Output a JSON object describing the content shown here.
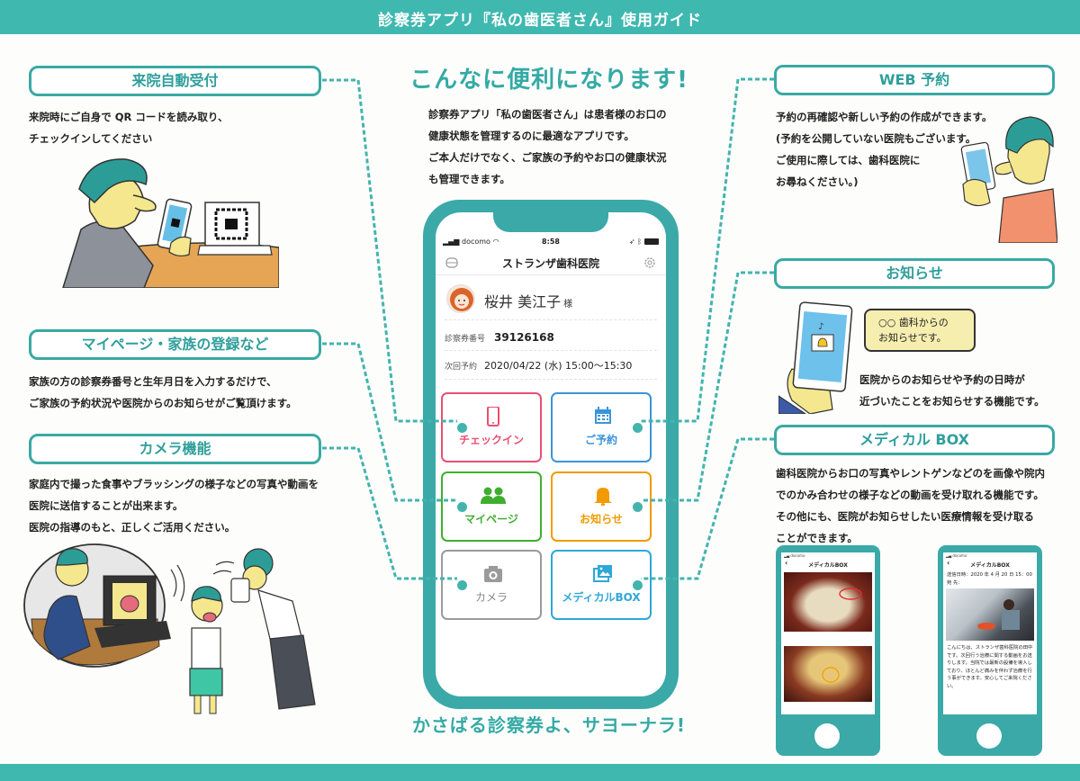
{
  "header": {
    "title": "診察券アプリ『私の歯医者さん』使用ガイド"
  },
  "center": {
    "headline": "こんなに便利になります!",
    "intro": [
      "診察券アプリ「私の歯医者さん」は患者様のお口の",
      "健康状態を管理するのに最適なアプリです。",
      "ご本人だけでなく、ご家族の予約やお口の健康状況",
      "も管理できます。"
    ],
    "tagline": "かさばる診察券よ、サヨーナラ!"
  },
  "features_left": [
    {
      "title": "来院自動受付",
      "lines": [
        "来院時にご自身で QR コードを読み取り、",
        "チェックインしてください"
      ]
    },
    {
      "title": "マイページ・家族の登録など",
      "lines": [
        "家族の方の診察券番号と生年月日を入力するだけで、",
        "ご家族の予約状況や医院からのお知らせがご覧頂けます。"
      ]
    },
    {
      "title": "カメラ機能",
      "lines": [
        "家庭内で撮った食事やブラッシングの様子などの写真や動画を",
        "医院に送信することが出来ます。",
        "医院の指導のもと、正しくご活用ください。"
      ]
    }
  ],
  "features_right": [
    {
      "title": "WEB 予約",
      "lines": [
        "予約の再確認や新しい予約の作成ができます。",
        "(予約を公開していない医院もございます。",
        "ご使用に際しては、歯科医院に",
        "お尋ねください。)"
      ]
    },
    {
      "title": "お知らせ",
      "bubble": [
        "○○ 歯科からの",
        "お知らせです。"
      ],
      "lines": [
        "医院からのお知らせや予約の日時が",
        "近づいたことをお知らせする機能です。"
      ]
    },
    {
      "title": "メディカル BOX",
      "lines": [
        "歯科医院からお口の写真やレントゲンなどのを画像や院内",
        "でのかみ合わせの様子などの動画を受け取れる機能です。",
        "その他にも、医院がお知らせしたい医療情報を受け取る",
        "ことができます。"
      ]
    }
  ],
  "app": {
    "status": {
      "carrier": "docomo",
      "time": "8:58"
    },
    "clinic_name": "ストランザ歯科医院",
    "user": {
      "name": "桜井 美江子",
      "honorific": "様"
    },
    "card_label": "診察券番号",
    "card_number": "39126168",
    "next_label": "次回予約",
    "next_value": "2020/04/22 (水) 15:00〜15:30",
    "tiles": [
      {
        "label": "チェックイン",
        "icon": "smartphone-icon",
        "color": "#ea4f72"
      },
      {
        "label": "ご予約",
        "icon": "calendar-icon",
        "color": "#3b94d9"
      },
      {
        "label": "マイページ",
        "icon": "users-icon",
        "color": "#3fae2f"
      },
      {
        "label": "お知らせ",
        "icon": "bell-icon",
        "color": "#f29a00"
      },
      {
        "label": "カメラ",
        "icon": "camera-icon",
        "color": "#9a9a9a"
      },
      {
        "label": "メディカルBOX",
        "icon": "images-icon",
        "color": "#2ea7d8"
      }
    ]
  },
  "mini_phones": [
    {
      "title": "メディカルBOX"
    },
    {
      "title": "メディカルBOX",
      "sent": "送信日時：2020 年 4 月 20 日 15：00",
      "to": "宛 先：",
      "message": "こんにちは、ストランザ歯科医院の田中です。次回行う治療に関する動画をお送りします。当院では最新の設備を導入しており、ほとんど痛みを伴わず治療を行う事ができます。安心してご来院ください。"
    }
  ],
  "colors": {
    "brand": "#3fb8b0",
    "brand_dark": "#3aa9a8",
    "heading": "#2f9f9b"
  }
}
